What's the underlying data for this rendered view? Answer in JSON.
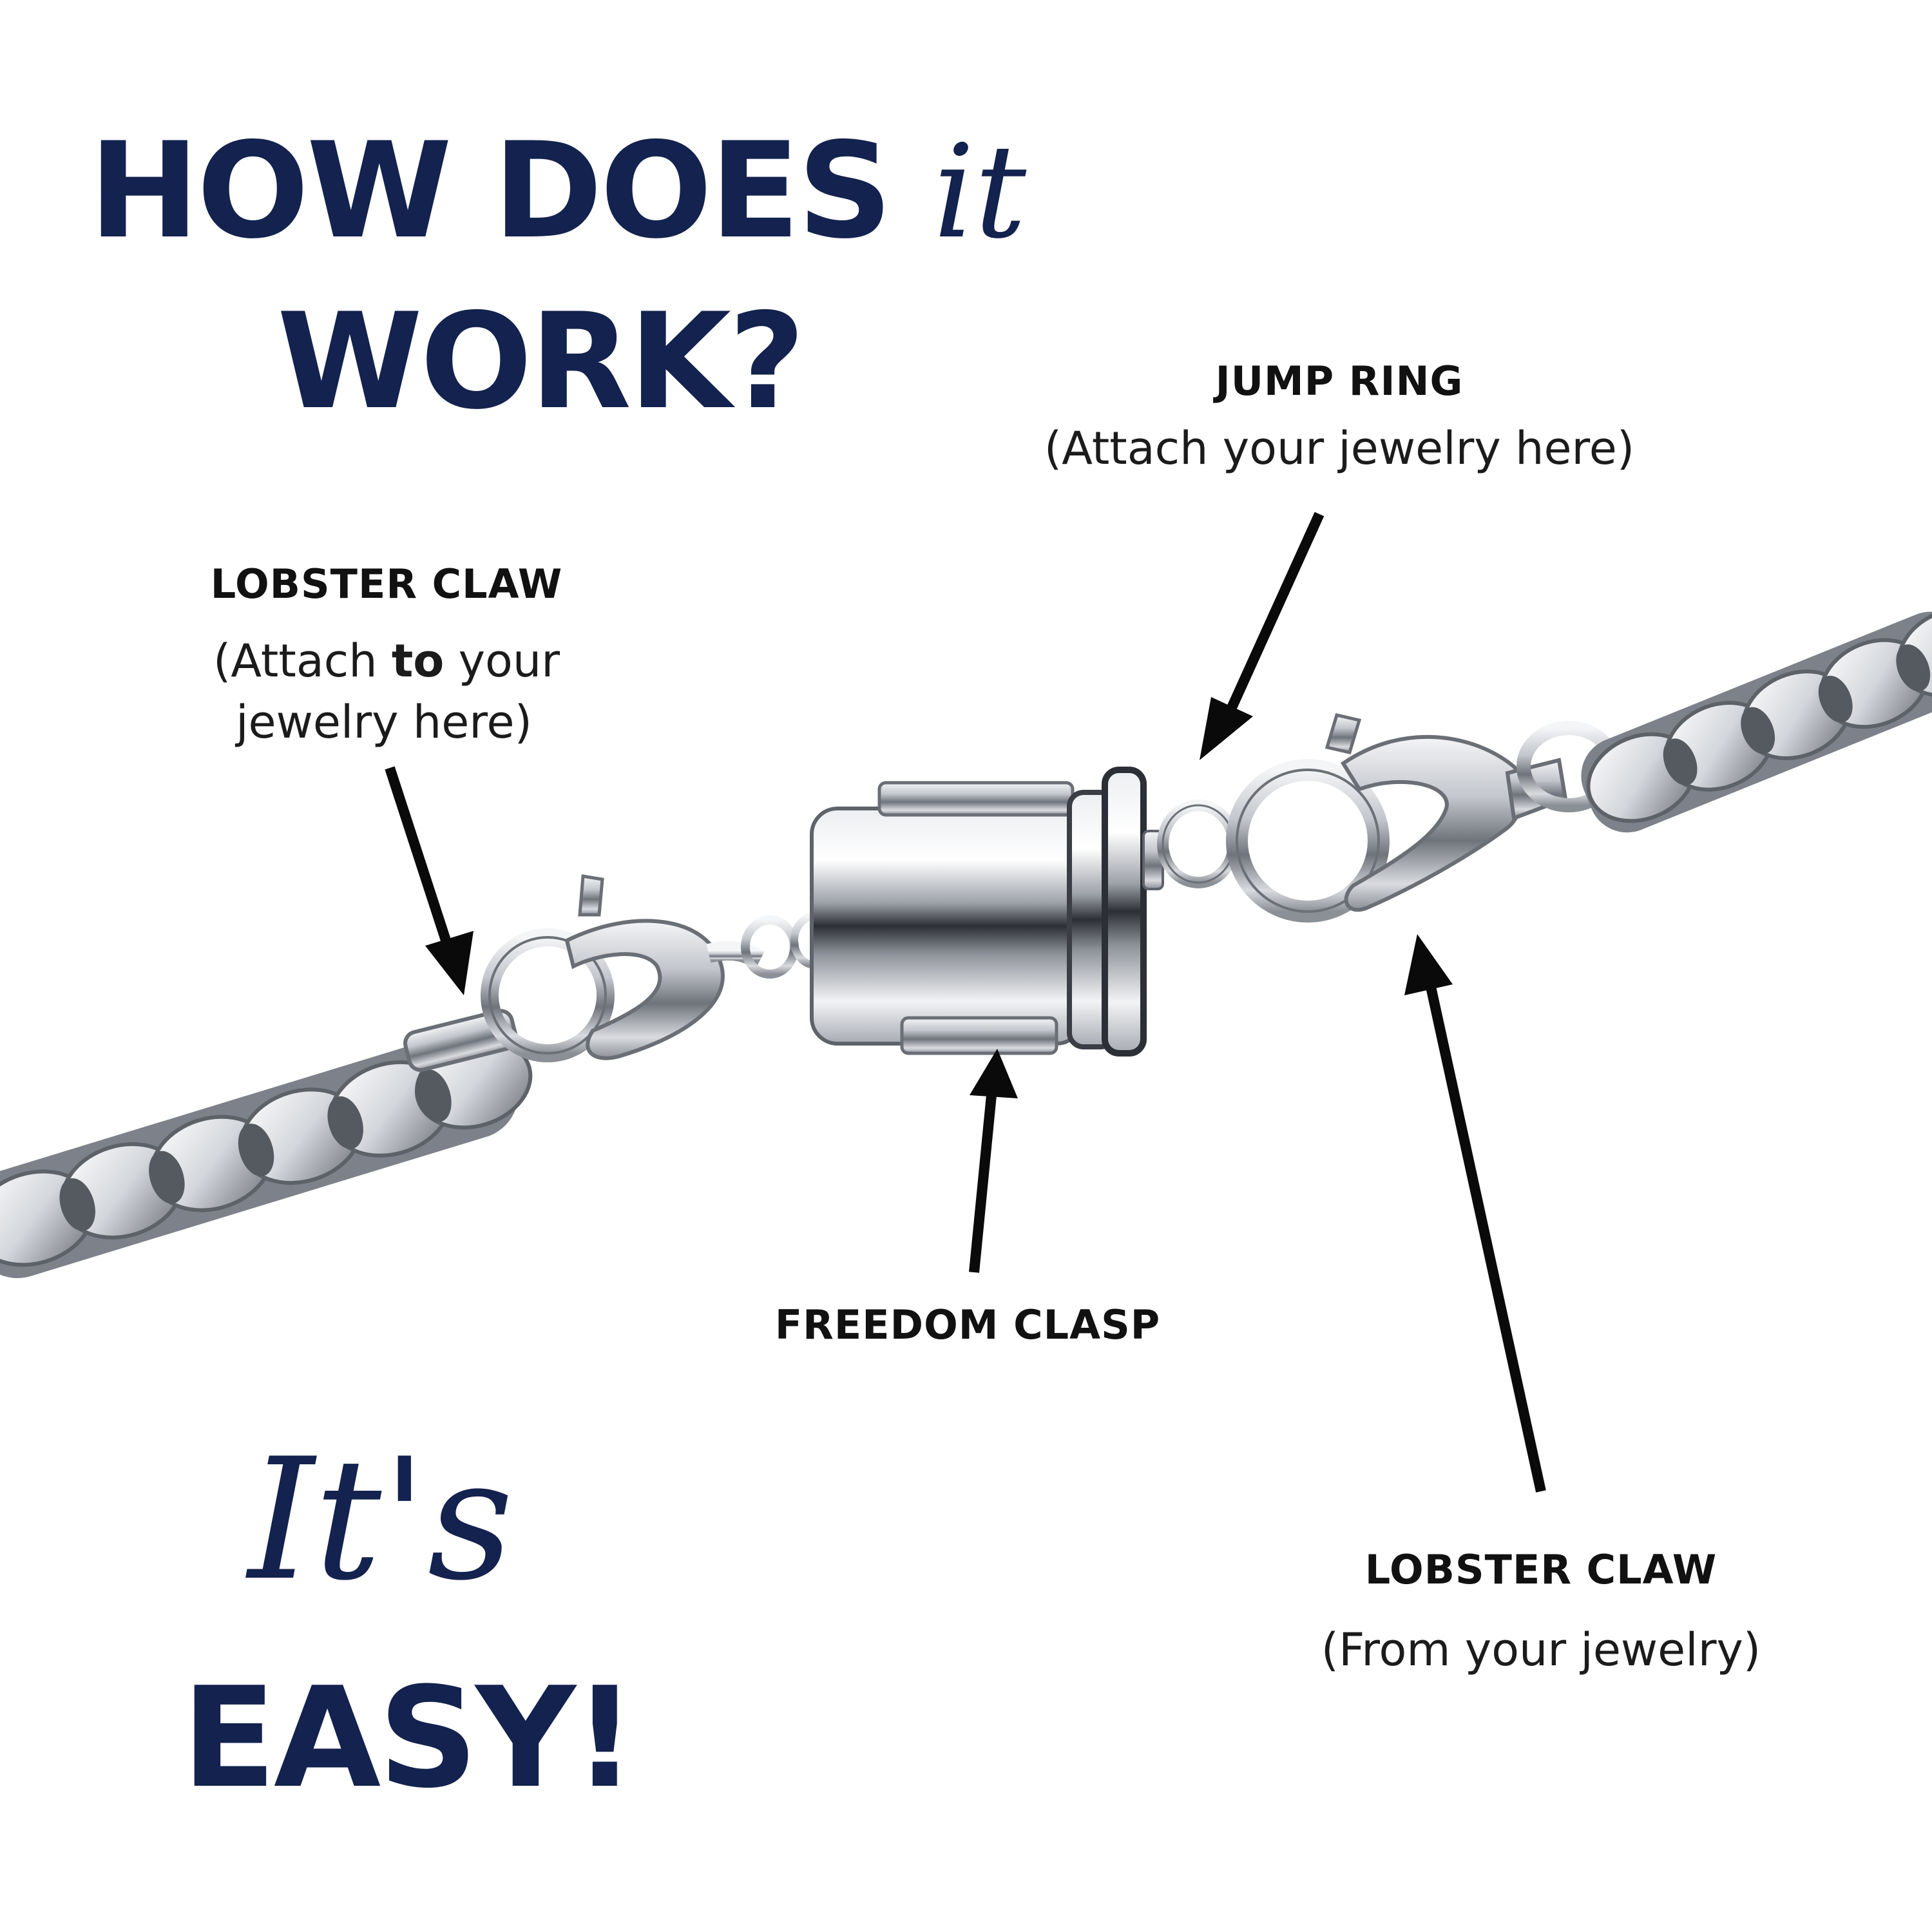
{
  "headline": {
    "line1_bold": "HOW DOES",
    "line1_script": "it",
    "line2": "WORK?"
  },
  "tagline": {
    "script": "It's",
    "bold": "EASY!"
  },
  "callouts": {
    "jump_ring": {
      "title": "JUMP RING",
      "desc": "(Attach your jewelry here)"
    },
    "lobster_claw_left": {
      "title": "LOBSTER CLAW",
      "desc_pre": "(Attach ",
      "desc_bold": "to",
      "desc_post": " your",
      "desc_line2": "jewelry here)"
    },
    "freedom_clasp": {
      "title": "FREEDOM CLASP"
    },
    "lobster_claw_right": {
      "title": "LOBSTER CLAW",
      "desc": "(From your jewelry)"
    }
  },
  "colors": {
    "navy": "#13224e",
    "arrow": "#0a0a0a",
    "silver": "#c9ccd1"
  },
  "product_image": "silver curb chain with magnetic freedom clasp, jump ring and lobster claws"
}
